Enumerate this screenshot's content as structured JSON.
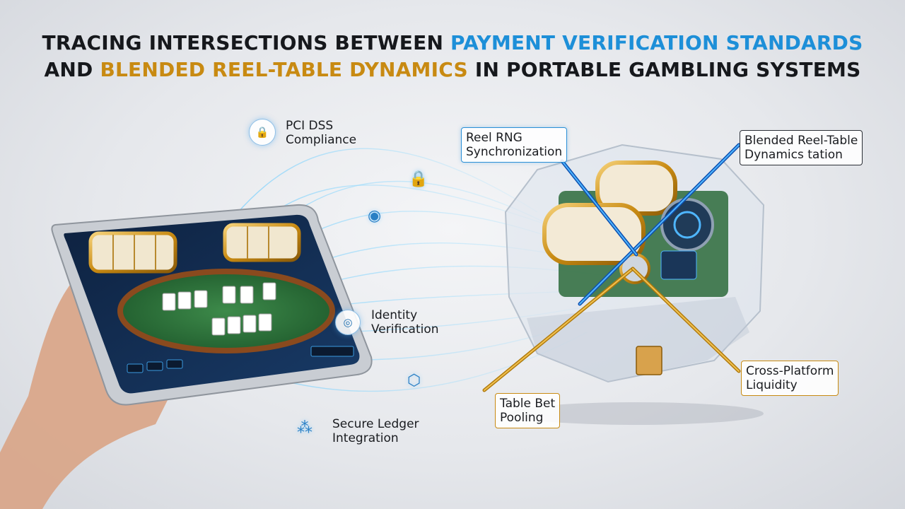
{
  "title": {
    "line1_a": "TRACING INTERSECTIONS BETWEEN ",
    "line1_b": "PAYMENT VERIFICATION STANDARDS",
    "line2_a": "AND ",
    "line2_b": "BLENDED REEL-TABLE DYNAMICS",
    "line2_c": " IN PORTABLE GAMBLING SYSTEMS"
  },
  "labels": {
    "pci_1": "PCI DSS",
    "pci_2": "Compliance",
    "identity_1": "Identity",
    "identity_2": "Verification",
    "ledger_1": "Secure Ledger",
    "ledger_2": "Integration",
    "reel_rng_1": "Reel RNG",
    "reel_rng_2": "Synchronization",
    "blended_1": "Blended Reel-Table",
    "blended_2": "Dynamics tation",
    "cross_1": "Cross-Platform",
    "cross_2": "Liquidity",
    "table_1": "Table Bet",
    "table_2": "Pooling"
  },
  "icons": [
    "lock-icon",
    "fingerprint-icon",
    "shield-icon",
    "network-icon"
  ],
  "colors": {
    "accent_blue": "#1d8fd8",
    "accent_gold": "#c88a12",
    "title_dark": "#16181c"
  }
}
